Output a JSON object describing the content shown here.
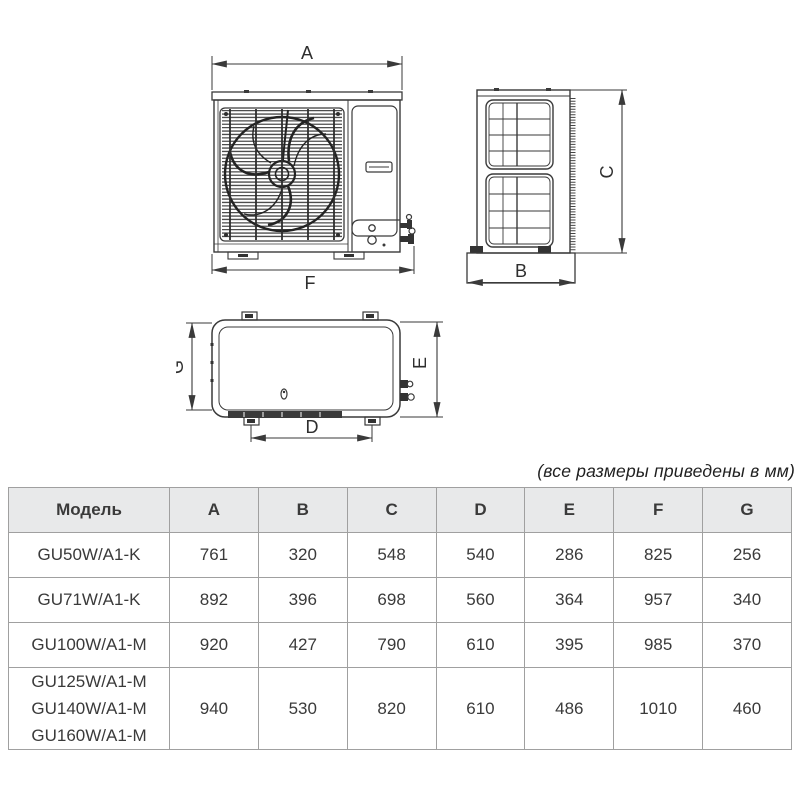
{
  "note": "(все размеры приведены в мм)",
  "dims": {
    "A": "A",
    "B": "B",
    "C": "C",
    "D": "D",
    "E": "E",
    "F": "F",
    "G": "G"
  },
  "table": {
    "header_model": "Модель",
    "headers": [
      "A",
      "B",
      "C",
      "D",
      "E",
      "F",
      "G"
    ],
    "rows": [
      {
        "models": [
          "GU50W/A1-K"
        ],
        "values": [
          "761",
          "320",
          "548",
          "540",
          "286",
          "825",
          "256"
        ]
      },
      {
        "models": [
          "GU71W/A1-K"
        ],
        "values": [
          "892",
          "396",
          "698",
          "560",
          "364",
          "957",
          "340"
        ]
      },
      {
        "models": [
          "GU100W/A1-M"
        ],
        "values": [
          "920",
          "427",
          "790",
          "610",
          "395",
          "985",
          "370"
        ]
      },
      {
        "models": [
          "GU125W/A1-M",
          "GU140W/A1-M",
          "GU160W/A1-M"
        ],
        "values": [
          "940",
          "530",
          "820",
          "610",
          "486",
          "1010",
          "460"
        ]
      }
    ]
  },
  "colors": {
    "line": "#3a3a3a",
    "table_border": "#a0a0a0",
    "header_bg": "#e8e9ea",
    "text": "#333333"
  }
}
